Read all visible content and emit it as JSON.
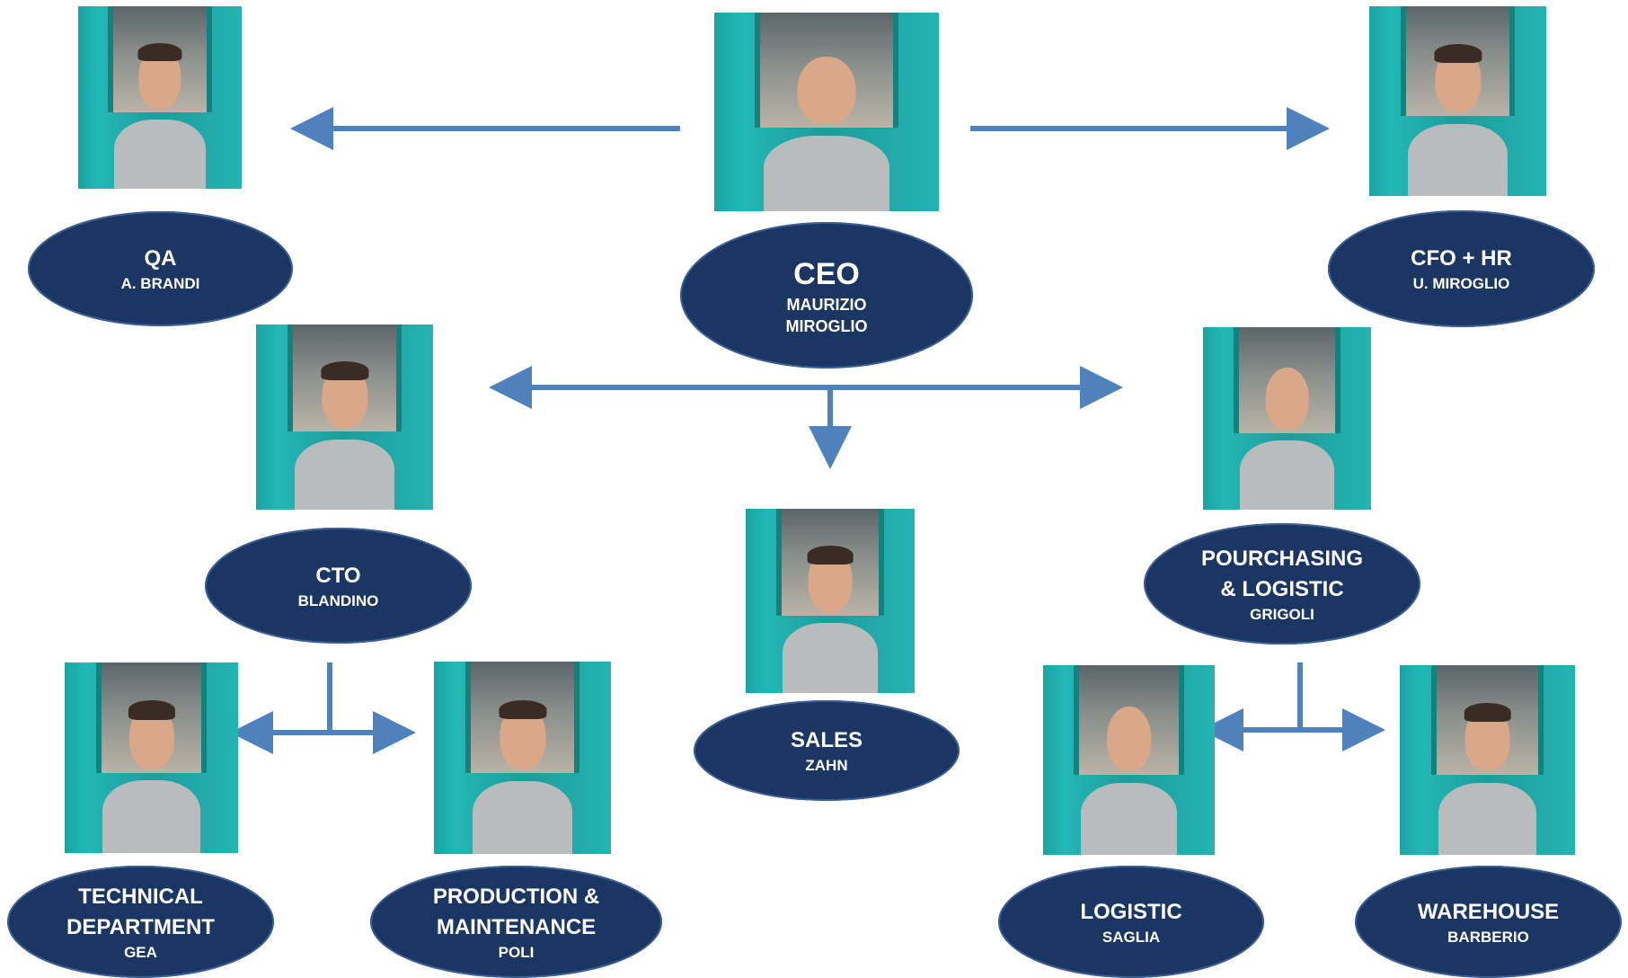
{
  "org": {
    "ceo": {
      "role": "CEO",
      "name_line1": "MAURIZIO",
      "name_line2": "MIROGLIO"
    },
    "qa": {
      "role": "QA",
      "name": "A. BRANDI"
    },
    "cfo": {
      "role": "CFO + HR",
      "name": "U. MIROGLIO"
    },
    "cto": {
      "role": "CTO",
      "name": "BLANDINO"
    },
    "sales": {
      "role": "SALES",
      "name": "ZAHN"
    },
    "purchasing": {
      "role_line1": "POURCHASING",
      "role_line2": "& LOGISTIC",
      "name": "GRIGOLI"
    },
    "technical": {
      "role_line1": "TECHNICAL",
      "role_line2": "DEPARTMENT",
      "name": "GEA"
    },
    "production": {
      "role_line1": "PRODUCTION &",
      "role_line2": "MAINTENANCE",
      "name": "POLI"
    },
    "logistic": {
      "role": "LOGISTIC",
      "name": "SAGLIA"
    },
    "warehouse": {
      "role": "WAREHOUSE",
      "name": "BARBERIO"
    }
  },
  "colors": {
    "node_fill": "#1b3663",
    "arrow": "#4f81bd",
    "photo_background": "#1aa3a3"
  }
}
